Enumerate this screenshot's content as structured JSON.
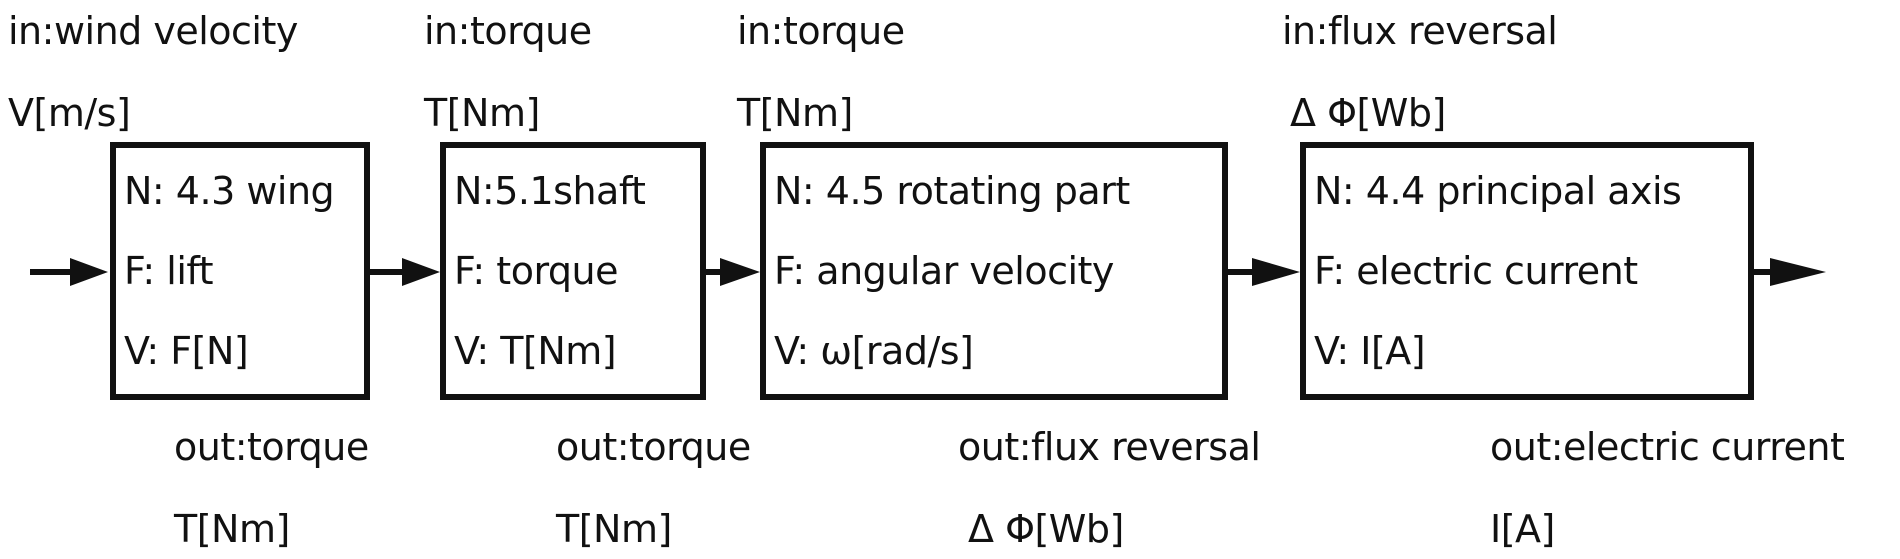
{
  "inputs": [
    {
      "name": "in:wind velocity",
      "unit": "V[m/s]"
    },
    {
      "name": "in:torque",
      "unit": "T[Nm]"
    },
    {
      "name": "in:torque",
      "unit": "T[Nm]"
    },
    {
      "name": "in:flux reversal",
      "unit": "Δ Φ[Wb]"
    }
  ],
  "blocks": [
    {
      "n": "N: 4.3 wing",
      "f": "F: lift",
      "v": "V: F[N]"
    },
    {
      "n": "N:5.1shaft",
      "f": "F: torque",
      "v": "V: T[Nm]"
    },
    {
      "n": "N: 4.5 rotating part",
      "f": "F: angular velocity",
      "v": "V: ω[rad/s]"
    },
    {
      "n": "N: 4.4 principal axis",
      "f": "F: electric current",
      "v": "V: I[A]"
    }
  ],
  "outputs": [
    {
      "name": "out:torque",
      "unit": "T[Nm]"
    },
    {
      "name": "out:torque",
      "unit": "T[Nm]"
    },
    {
      "name": "out:flux reversal",
      "unit": "Δ Φ[Wb]"
    },
    {
      "name": "out:electric current",
      "unit": "I[A]"
    }
  ]
}
